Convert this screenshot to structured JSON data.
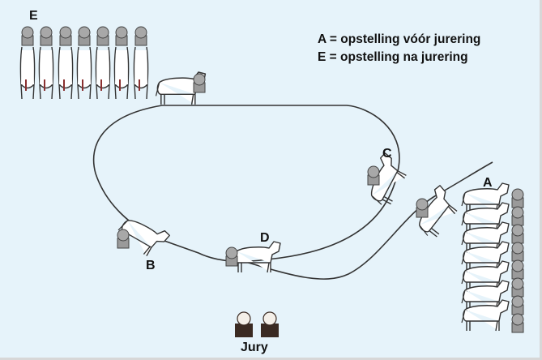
{
  "legend": {
    "line_a": "A = opstelling vóór jurering",
    "line_e": "E = opstelling na jurering"
  },
  "labels": {
    "a": "A",
    "b": "B",
    "c": "C",
    "d": "D",
    "e": "E",
    "jury": "Jury"
  },
  "colors": {
    "background": "#e6f3fa",
    "path": "#333333",
    "cow_fill": "#ffffff",
    "handler": "#9a9a9a",
    "jury": "#3a2a22"
  }
}
